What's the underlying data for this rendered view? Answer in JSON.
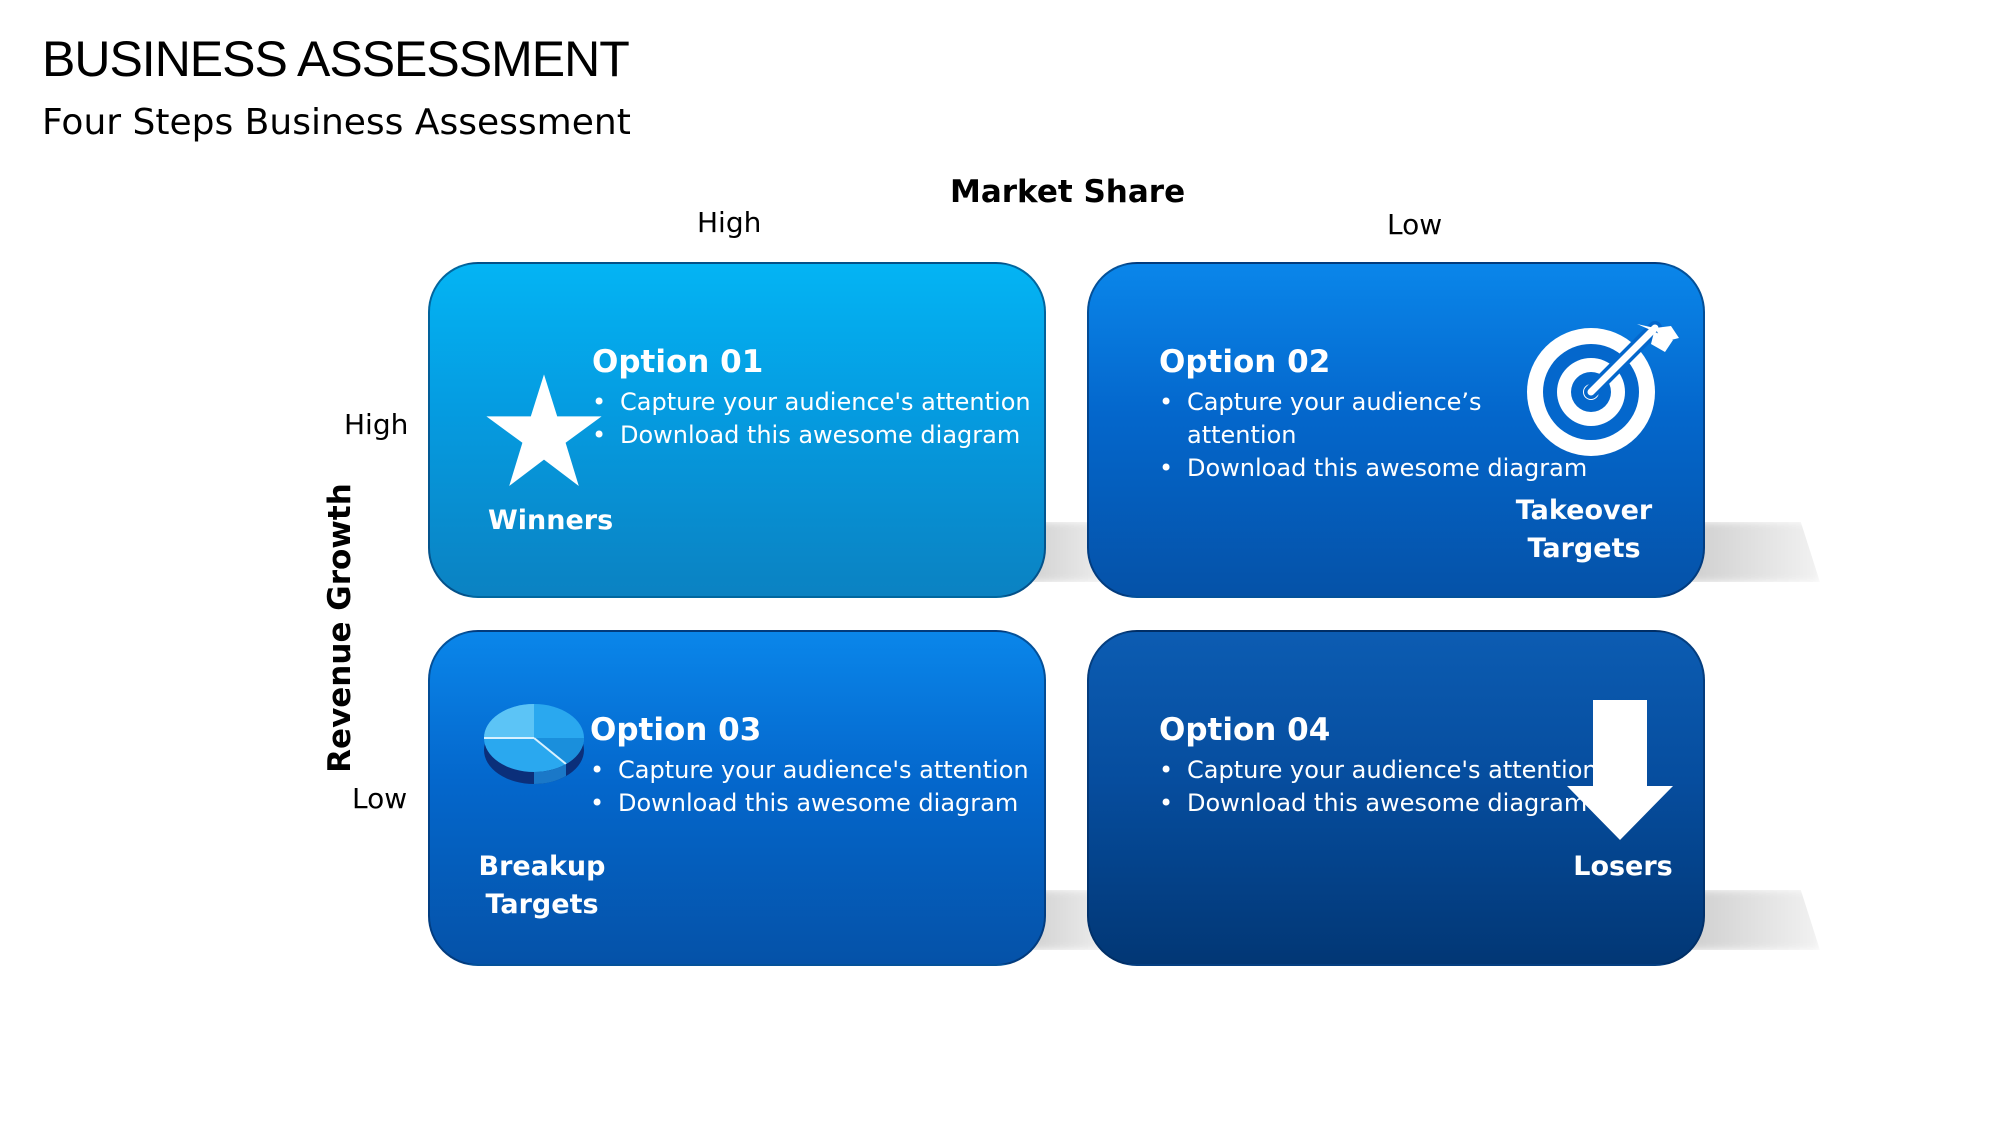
{
  "header": {
    "title": "BUSINESS ASSESSMENT",
    "subtitle": "Four Steps Business Assessment"
  },
  "axes": {
    "x_title": "Market Share",
    "x_high": "High",
    "x_low": "Low",
    "y_title": "Revenue Growth",
    "y_high": "High",
    "y_low": "Low"
  },
  "quadrants": [
    {
      "title": "Option 01",
      "bullets": [
        "Capture your audience's attention",
        "Download this awesome diagram"
      ],
      "label": "Winners",
      "icon": "star-icon",
      "color": "#04b4f4"
    },
    {
      "title": "Option 02",
      "bullets": [
        "Capture your audience’s attention",
        "Download this awesome diagram"
      ],
      "label_line1": "Takeover",
      "label_line2": "Targets",
      "icon": "target-icon",
      "color": "#0467cc"
    },
    {
      "title": "Option 03",
      "bullets": [
        "Capture your audience's attention",
        "Download this awesome diagram"
      ],
      "label_line1": "Breakup",
      "label_line2": "Targets",
      "icon": "pie-chart-icon",
      "color": "#0467cc"
    },
    {
      "title": "Option 04",
      "bullets": [
        "Capture your audience's attention",
        "Download this awesome diagram"
      ],
      "label": "Losers",
      "icon": "down-arrow-icon",
      "color": "#023775"
    }
  ]
}
